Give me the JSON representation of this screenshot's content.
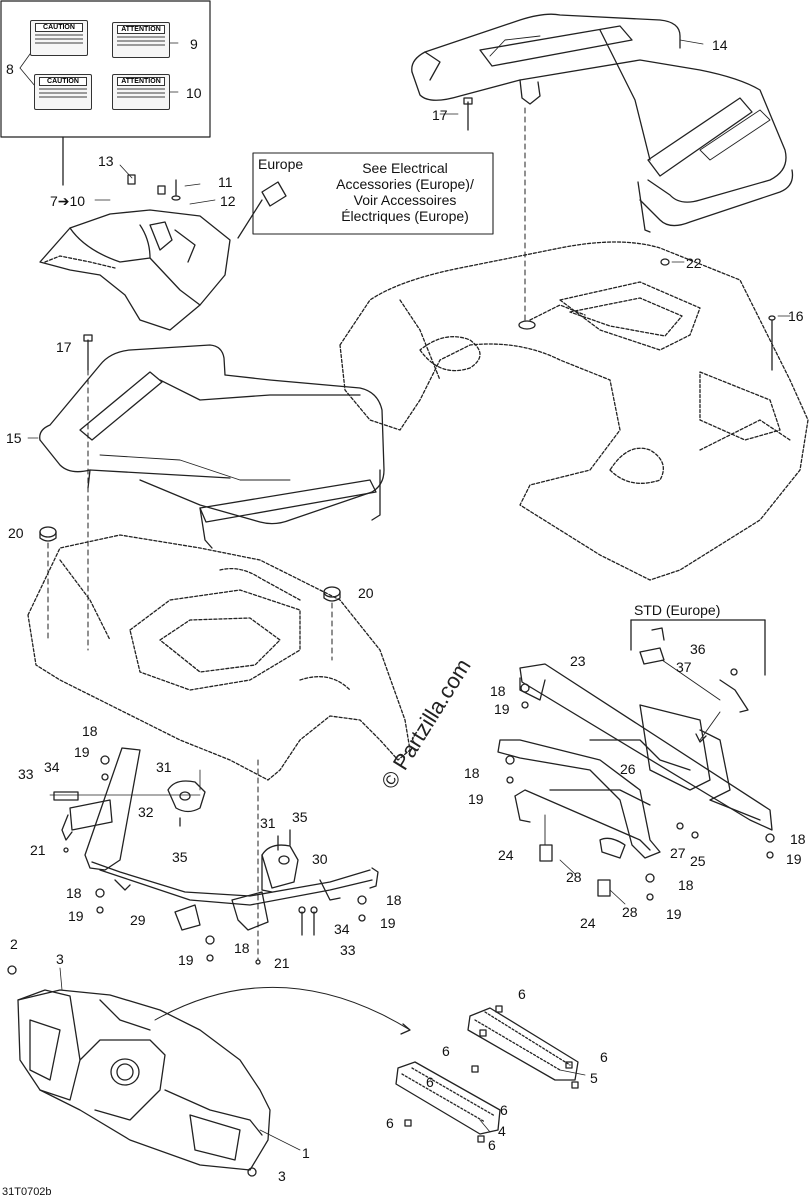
{
  "watermark": "© Partzilla.com",
  "drawing_code": "31T0702b",
  "callouts": {
    "c1": "1",
    "c2": "2",
    "c3a": "3",
    "c3b": "3",
    "c4": "4",
    "c5": "5",
    "c6a": "6",
    "c6b": "6",
    "c6c": "6",
    "c6d": "6",
    "c6e": "6",
    "c6f": "6",
    "c6g": "6",
    "c7to10": "7➔10",
    "c8": "8",
    "c9": "9",
    "c10": "10",
    "c11": "11",
    "c12": "12",
    "c13": "13",
    "c14": "14",
    "c15": "15",
    "c16": "16",
    "c17a": "17",
    "c17b": "17",
    "c18a": "18",
    "c18b": "18",
    "c18c": "18",
    "c18d": "18",
    "c18e": "18",
    "c18f": "18",
    "c18g": "18",
    "c18h": "18",
    "c19a": "19",
    "c19b": "19",
    "c19c": "19",
    "c19d": "19",
    "c19e": "19",
    "c19f": "19",
    "c19g": "19",
    "c19h": "19",
    "c20a": "20",
    "c20b": "20",
    "c21a": "21",
    "c21b": "21",
    "c22": "22",
    "c23": "23",
    "c24a": "24",
    "c24b": "24",
    "c25": "25",
    "c26": "26",
    "c27": "27",
    "c28a": "28",
    "c28b": "28",
    "c29": "29",
    "c30": "30",
    "c31a": "31",
    "c31b": "31",
    "c32": "32",
    "c33a": "33",
    "c33b": "33",
    "c34a": "34",
    "c34b": "34",
    "c35a": "35",
    "c35b": "35",
    "c36": "36",
    "c37": "37"
  },
  "notes": {
    "europe_title": "Europe",
    "europe_ref": "See Electrical\nAccessories (Europe)/\nVoir Accessoires\nÉlectriques (Europe)",
    "std_europe": "STD (Europe)"
  },
  "decals": {
    "caution": "CAUTION",
    "attention": "ATTENTION"
  }
}
